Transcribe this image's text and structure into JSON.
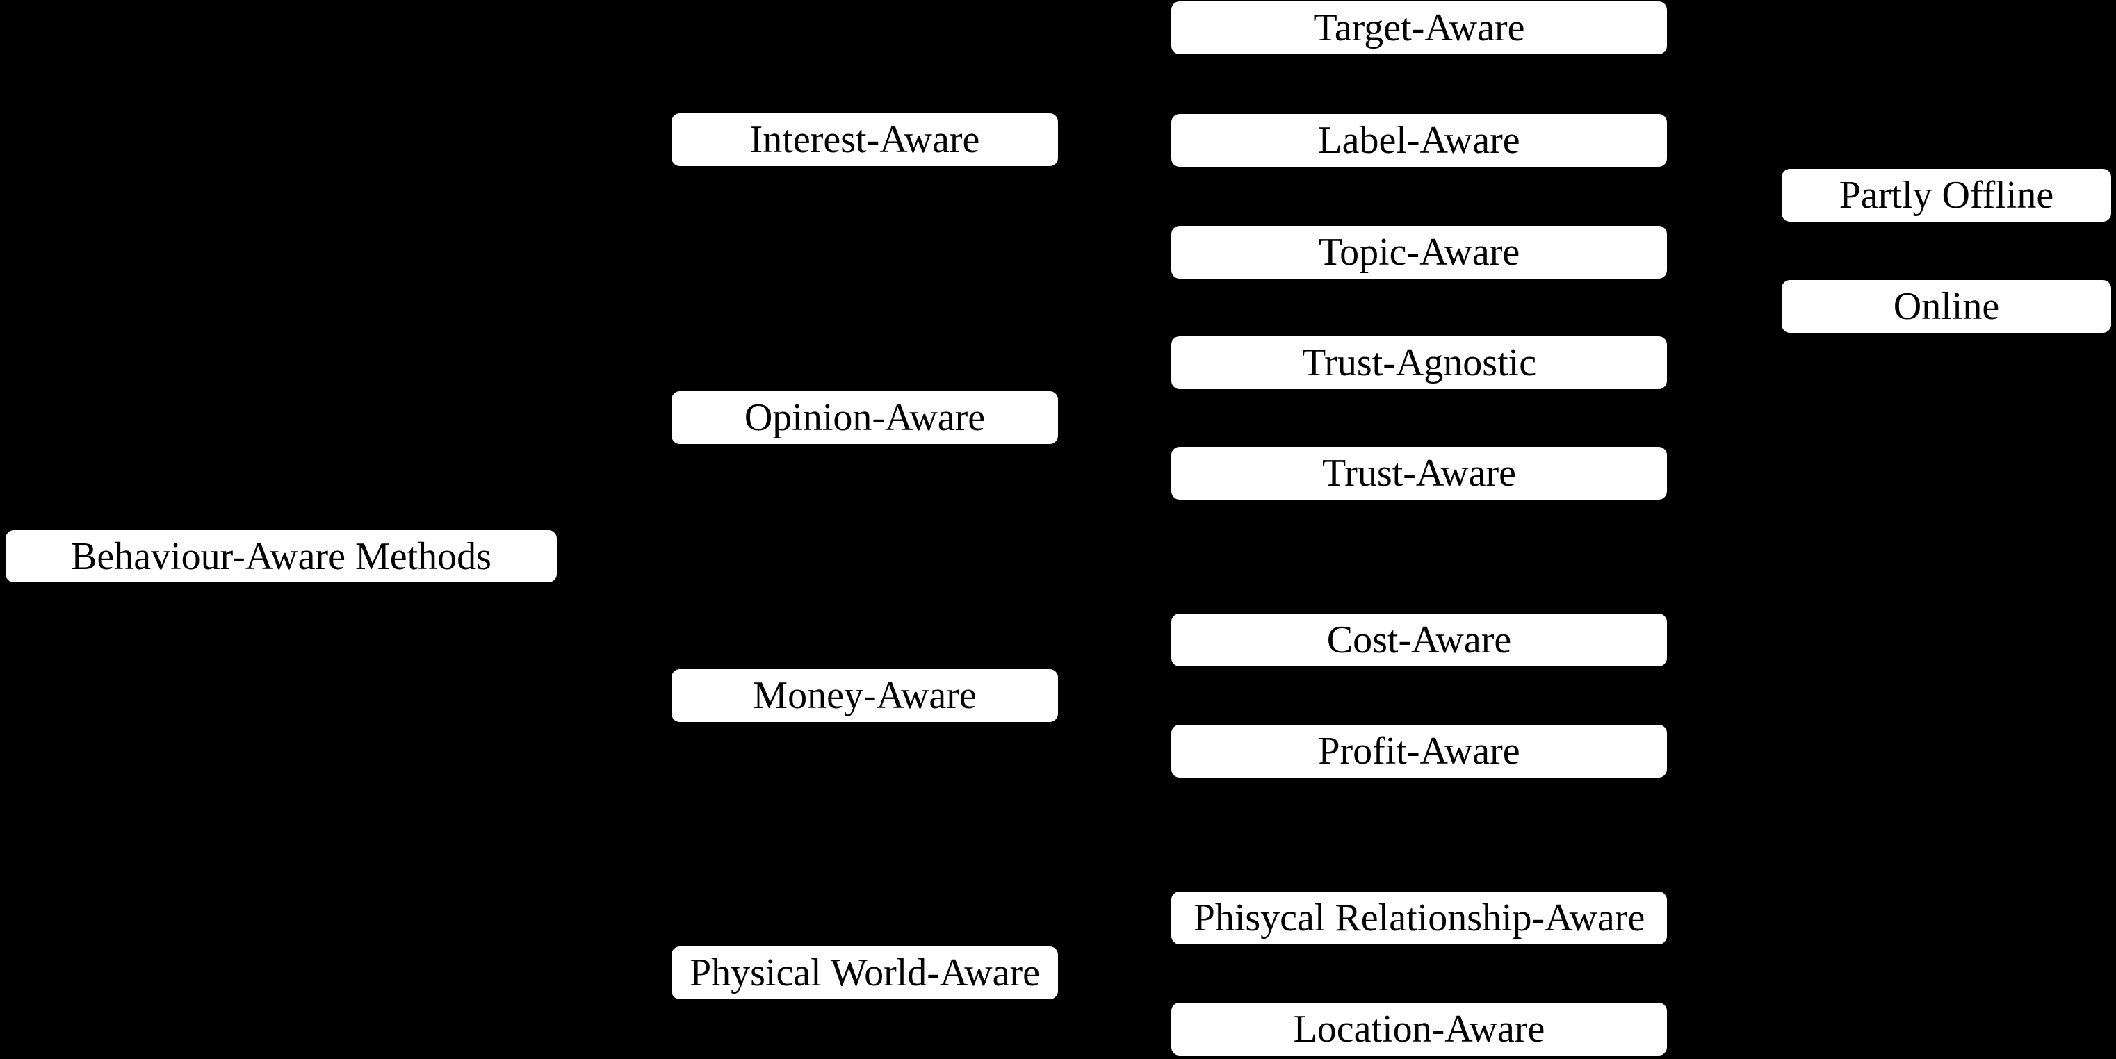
{
  "diagram": {
    "title": "Behaviour-Aware Methods taxonomy",
    "colors": {
      "background": "#000000",
      "box_fill": "#ffffff",
      "box_text": "#000000"
    },
    "root": {
      "label": "Behaviour-Aware Methods"
    },
    "categories": [
      {
        "label": "Interest-Aware",
        "children": [
          {
            "label": "Target-Aware"
          },
          {
            "label": "Label-Aware"
          },
          {
            "label": "Topic-Aware"
          }
        ]
      },
      {
        "label": "Opinion-Aware",
        "children": [
          {
            "label": "Trust-Agnostic"
          },
          {
            "label": "Trust-Aware"
          }
        ]
      },
      {
        "label": "Money-Aware",
        "children": [
          {
            "label": "Cost-Aware"
          },
          {
            "label": "Profit-Aware"
          }
        ]
      },
      {
        "label": "Physical World-Aware",
        "children": [
          {
            "label": "Phisycal Relationship-Aware"
          },
          {
            "label": "Location-Aware"
          }
        ]
      }
    ],
    "modes": [
      {
        "label": "Partly Offline"
      },
      {
        "label": "Online"
      }
    ]
  }
}
